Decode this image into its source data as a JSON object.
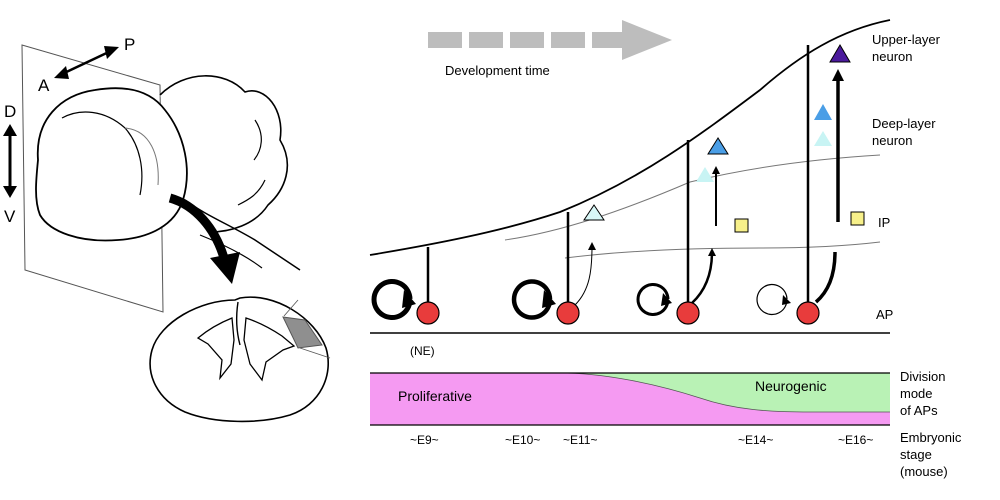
{
  "brain": {
    "axis_p": "P",
    "axis_a": "A",
    "axis_d": "D",
    "axis_v": "V"
  },
  "development_arrow_label": "Development time",
  "labels": {
    "upper_layer_line1": "Upper-layer",
    "upper_layer_line2": "neuron",
    "deep_layer_line1": "Deep-layer",
    "deep_layer_line2": "neuron",
    "ip": "IP",
    "ap": "AP",
    "ne": "(NE)"
  },
  "division": {
    "proliferative": "Proliferative",
    "neurogenic": "Neurogenic",
    "mode_line1": "Division",
    "mode_line2": "mode",
    "mode_line3": "of APs"
  },
  "stages": {
    "e9": "~E9~",
    "e10": "~E10~",
    "e11": "~E11~",
    "e14": "~E14~",
    "e16": "~E16~",
    "embryonic_line1": "Embryonic",
    "embryonic_line2": "stage",
    "embryonic_line3": "(mouse)"
  },
  "colors": {
    "ap_cell": "#e83c3c",
    "ip_cell": "#f7f08a",
    "deep_neuron_light": "#c8f4f4",
    "deep_neuron": "#4a9ee6",
    "upper_neuron": "#4b1a9c",
    "proliferative_fill": "#f59af2",
    "neurogenic_fill": "#b9f2b5",
    "time_arrow": "#bdbdbd"
  }
}
